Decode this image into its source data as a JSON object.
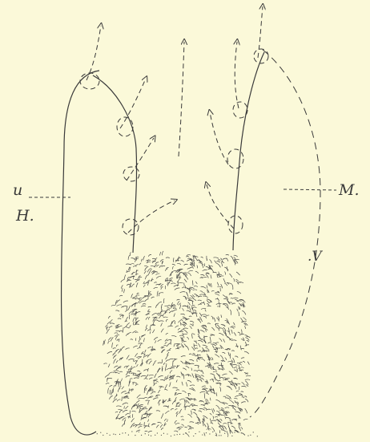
{
  "figure": {
    "paper_color": "#fbf9d9",
    "ink_color": "#3a3a3a",
    "labels": {
      "upper_left": "u",
      "middle_left": "H.",
      "upper_right": "M.",
      "lower_right": ".V"
    }
  }
}
